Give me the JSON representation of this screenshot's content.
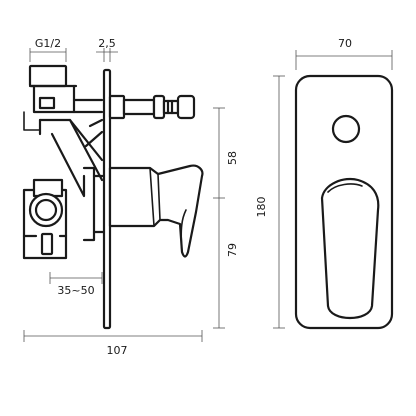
{
  "dimensions": {
    "thread": "G1/2",
    "plate_thickness": "2,5",
    "plate_width": "70",
    "upper_height": "58",
    "lower_height": "79",
    "total_height": "180",
    "depth_range": "35~50",
    "total_depth": "107"
  },
  "colors": {
    "line": "#1a1a1a",
    "dimension_line": "#555555",
    "background": "#ffffff"
  }
}
